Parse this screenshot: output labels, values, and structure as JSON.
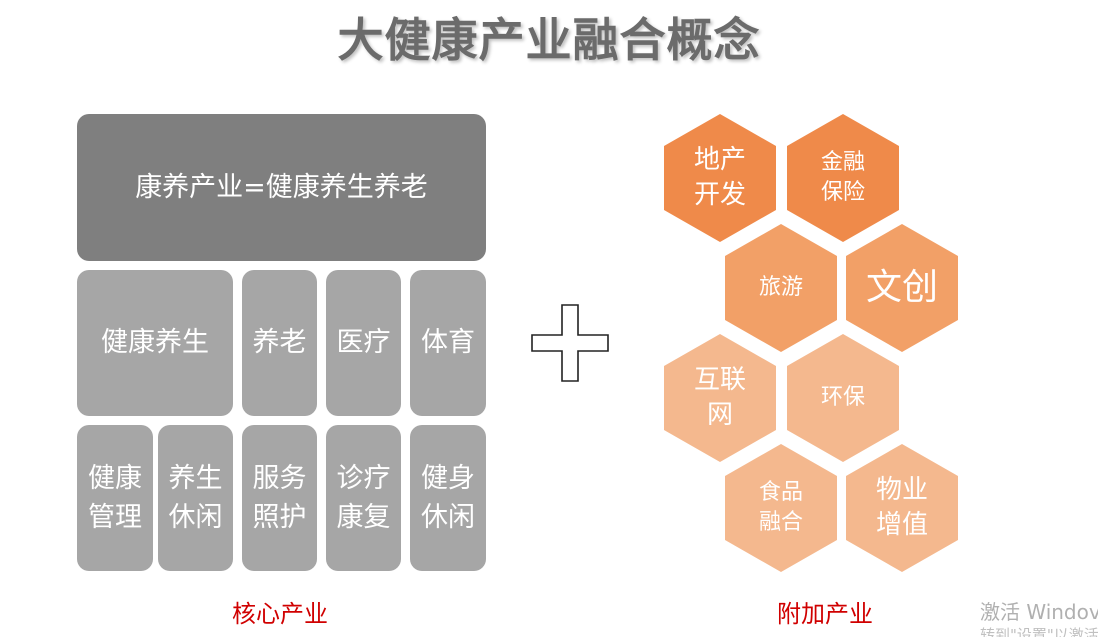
{
  "title": "大健康产业融合概念",
  "core": {
    "top": "康养产业=健康养生养老",
    "row2": [
      "健康养生",
      "养老",
      "医疗",
      "体育"
    ],
    "row3": [
      [
        "健康",
        "管理"
      ],
      [
        "养生",
        "休闲"
      ],
      [
        "服务",
        "照护"
      ],
      [
        "诊疗",
        "康复"
      ],
      [
        "健身",
        "休闲"
      ]
    ],
    "caption": "核心产业"
  },
  "additional": {
    "caption": "附加产业",
    "hexes": [
      {
        "lines": [
          "地产",
          "开发"
        ],
        "color": "#ef8a4a"
      },
      {
        "lines": [
          "金融",
          "保险"
        ],
        "color": "#ef8a4a"
      },
      {
        "lines": [
          "旅游"
        ],
        "color": "#f2a067"
      },
      {
        "lines": [
          "文创"
        ],
        "color": "#f2a067"
      },
      {
        "lines": [
          "互联",
          "网"
        ],
        "color": "#f4b88e"
      },
      {
        "lines": [
          "环保"
        ],
        "color": "#f4b88e"
      },
      {
        "lines": [
          "食品",
          "融合"
        ],
        "color": "#f4b88e"
      },
      {
        "lines": [
          "物业",
          "增值"
        ],
        "color": "#f4b88e"
      }
    ]
  },
  "watermark": {
    "line1": "激活 Windov",
    "line2": "转到\"设置\"以激活"
  }
}
